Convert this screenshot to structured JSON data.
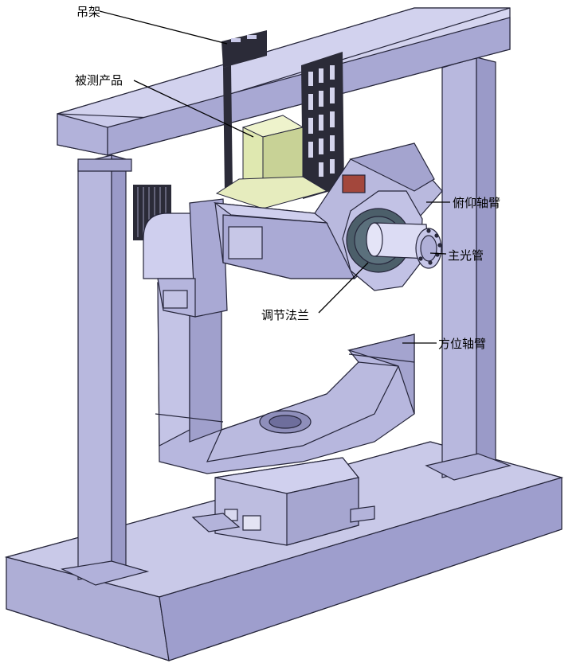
{
  "labels": {
    "hanger": "吊架",
    "product_under_test": "被测产品",
    "pitch_arm": "俯仰轴臂",
    "main_light_tube": "主光管",
    "adjust_flange": "调节法兰",
    "azimuth_arm": "方位轴臂"
  },
  "colors": {
    "frame": "#b9b9dc",
    "frame_dark": "#8f8fba",
    "frame_light": "#d4d4ee",
    "product": "#dfe8b0",
    "bracket": "#2b2b38",
    "flange": "#4c5f6a",
    "accent_red": "#a3473c",
    "outline": "#25253a"
  }
}
